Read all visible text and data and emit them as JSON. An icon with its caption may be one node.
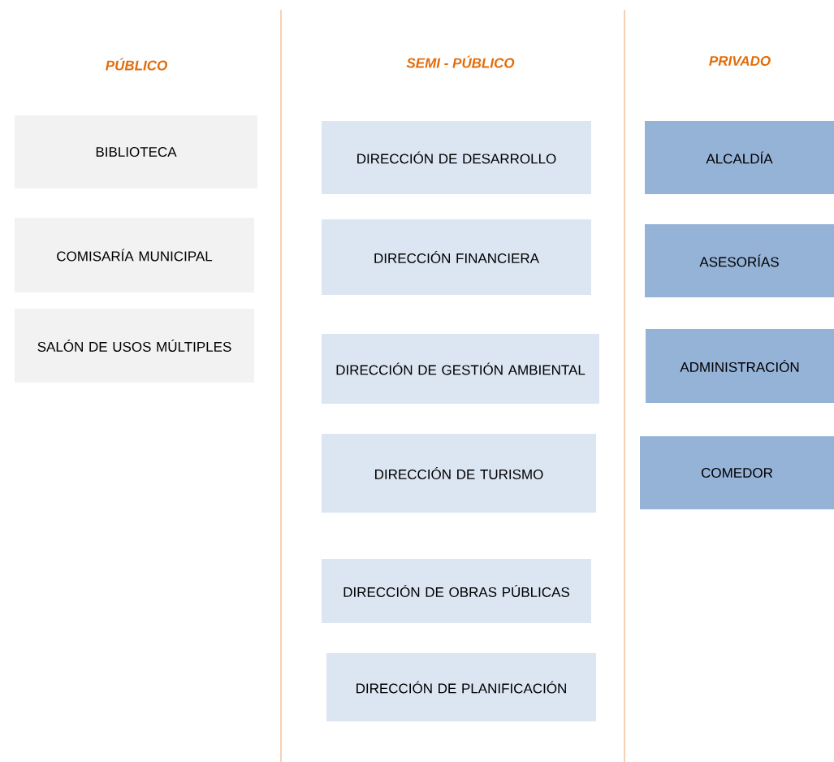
{
  "diagram": {
    "nodes": [
      {
        "text": [
          "BIBLIOTECA"
        ]
      },
      {
        "text": [
          "COMISARÍA MUNICIPAL"
        ]
      },
      {
        "text": [
          "SALÓN DE USOS MÚLTIPLES"
        ]
      },
      {
        "text": [
          "DIRECCIÓN DE DESARROLLO"
        ]
      },
      {
        "text": [
          "DIRECCIÓN FINANCIERA"
        ]
      },
      {
        "text": [
          "DIRECCIÓN DE GESTIÓN AMBIENTAL"
        ]
      },
      {
        "text": [
          "DIRECCIÓN DE TURISMO"
        ]
      },
      {
        "text": [
          "DIRECCIÓN DE OBRAS PÚBLICAS"
        ]
      },
      {
        "text": [
          "DIRECCIÓN DE PLANIFICACIÓN"
        ]
      },
      {
        "text": [
          "ALCALDÍA"
        ]
      },
      {
        "text": [
          "ASESORÍAS"
        ]
      },
      {
        "text": [
          "ADMINISTRACIÓN"
        ]
      },
      {
        "text": [
          "COMEDOR"
        ]
      }
    ],
    "labels": [
      "PÚBLICO",
      "SEMI - PÚBLICO",
      "PRIVADO"
    ]
  }
}
